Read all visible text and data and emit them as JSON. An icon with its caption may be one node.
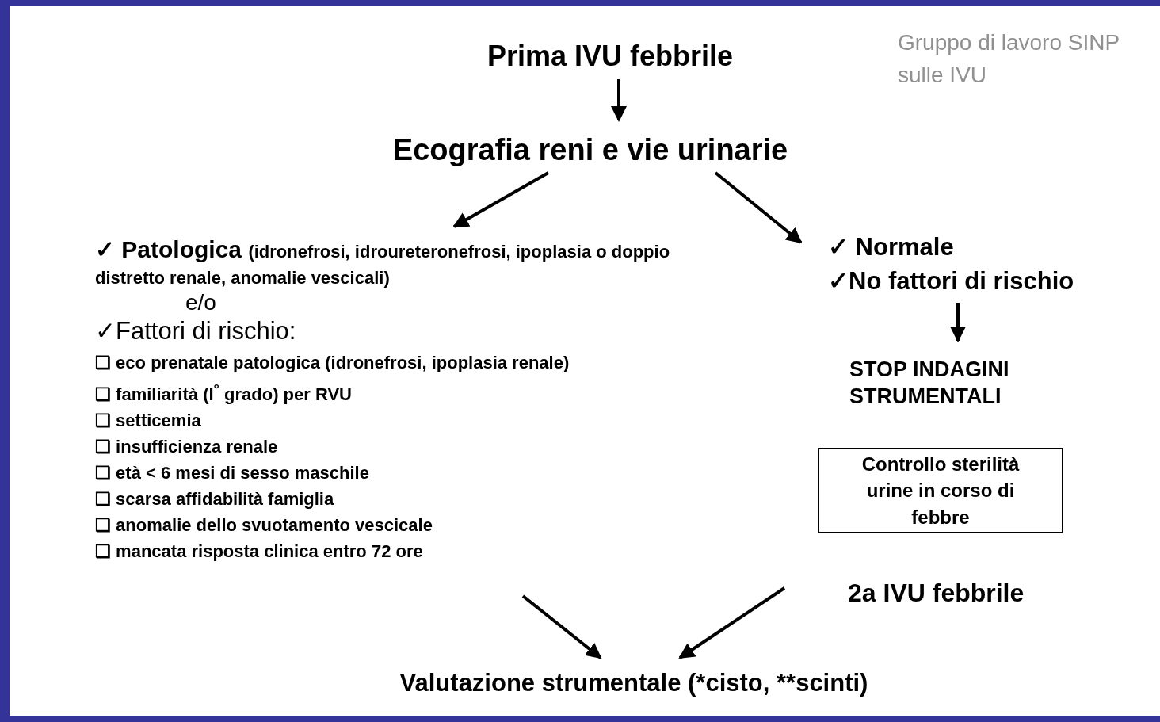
{
  "diagram": {
    "nodes": [
      {
        "text": [
          "Prima IVU febbrile"
        ]
      },
      {
        "text": [
          "Ecografia reni e vie urinarie"
        ]
      },
      {
        "text": [
          "✓ Patologica",
          "(idronefrosi, idroureteronefrosi, ipoplasia o doppio distretto renale, anomalie vescicali)",
          "e/o",
          "✓Fattori di rischio:",
          "❑ eco prenatale patologica (idronefrosi, ipoplasia renale)",
          "❑ familiarità (I$^{°}$  grado) per RVU",
          "❑ setticemia",
          "❑ insufficienza renale",
          "❑ età < 6 mesi di sesso maschile",
          "❑ scarsa affidabilità famiglia",
          "❑ anomalie dello svuotamento vescicale",
          "❑ mancata risposta clinica entro 72 ore"
        ]
      },
      {
        "text": [
          "✓ Normale",
          "✓No fattori di rischio"
        ]
      },
      {
        "text": [
          "STOP INDAGINI STRUMENTALI"
        ]
      },
      {
        "text": [
          "Controllo sterilità urine in corso di febbre"
        ]
      },
      {
        "text": [
          "2a IVU febbrile"
        ]
      },
      {
        "text": [
          "Valutazione strumentale (*cisto, **scinti)"
        ]
      }
    ],
    "edges": [
      {
        "from": 0,
        "to": 1,
        "arrow": "to"
      },
      {
        "from": 1,
        "to": 2,
        "arrow": "to"
      },
      {
        "from": 1,
        "to": 3,
        "arrow": "to"
      },
      {
        "from": 3,
        "to": 4,
        "arrow": "to"
      },
      {
        "from": 2,
        "to": 7,
        "arrow": "to"
      },
      {
        "from": 6,
        "to": 7,
        "arrow": "to"
      }
    ],
    "labels": [
      "Gruppo di lavoro SINP sulle IVU"
    ]
  }
}
